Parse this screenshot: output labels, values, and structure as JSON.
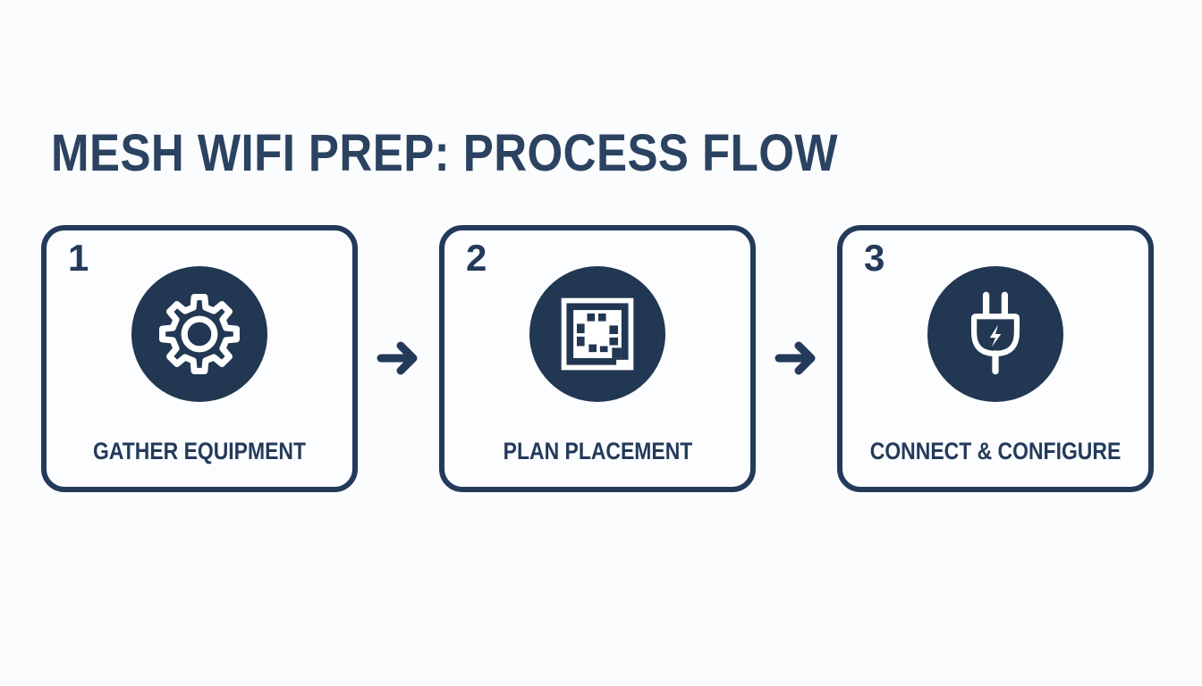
{
  "page": {
    "background_color": "#fbfcfd",
    "accent_color": "#243a5b",
    "icon_circle_color": "#213752",
    "icon_glyph_color": "#ffffff"
  },
  "title": "MESH WIFI PREP: PROCESS FLOW",
  "steps": [
    {
      "number": "1",
      "label": "GATHER EQUIPMENT",
      "icon": "gear-icon"
    },
    {
      "number": "2",
      "label": "PLAN PLACEMENT",
      "icon": "floor-plan-icon"
    },
    {
      "number": "3",
      "label": "CONNECT & CONFIGURE",
      "icon": "power-plug-icon"
    }
  ],
  "connectors": [
    {
      "icon": "arrow-right-icon",
      "direction": "right"
    },
    {
      "icon": "arrow-right-icon",
      "direction": "right"
    }
  ]
}
